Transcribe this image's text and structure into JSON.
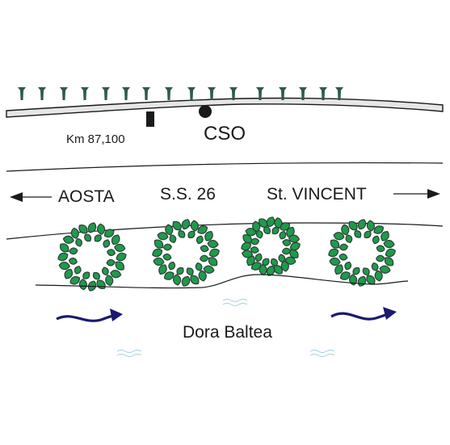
{
  "labels": {
    "km": "Km 87,100",
    "cso": "CSO",
    "west": "AOSTA",
    "road": "S.S. 26",
    "east": "St. VINCENT",
    "river": "Dora Baltea"
  },
  "colors": {
    "line": "#1a1a1a",
    "track_fill": "#e6e6e6",
    "sleeper": "#2f5a4a",
    "tree_fill": "#1f9a4a",
    "tree_edge": "#2c3e38",
    "flow_arrow": "#1a1a6e",
    "water_ripple": "#9fd0e0"
  },
  "icons": {
    "sleepers": "railway-sleeper-icon",
    "trees": "tree-canopy-icon",
    "flow": "river-flow-arrow-icon",
    "ripple": "water-ripple-icon"
  },
  "counts": {
    "sleepers": 16,
    "trees": 4
  }
}
